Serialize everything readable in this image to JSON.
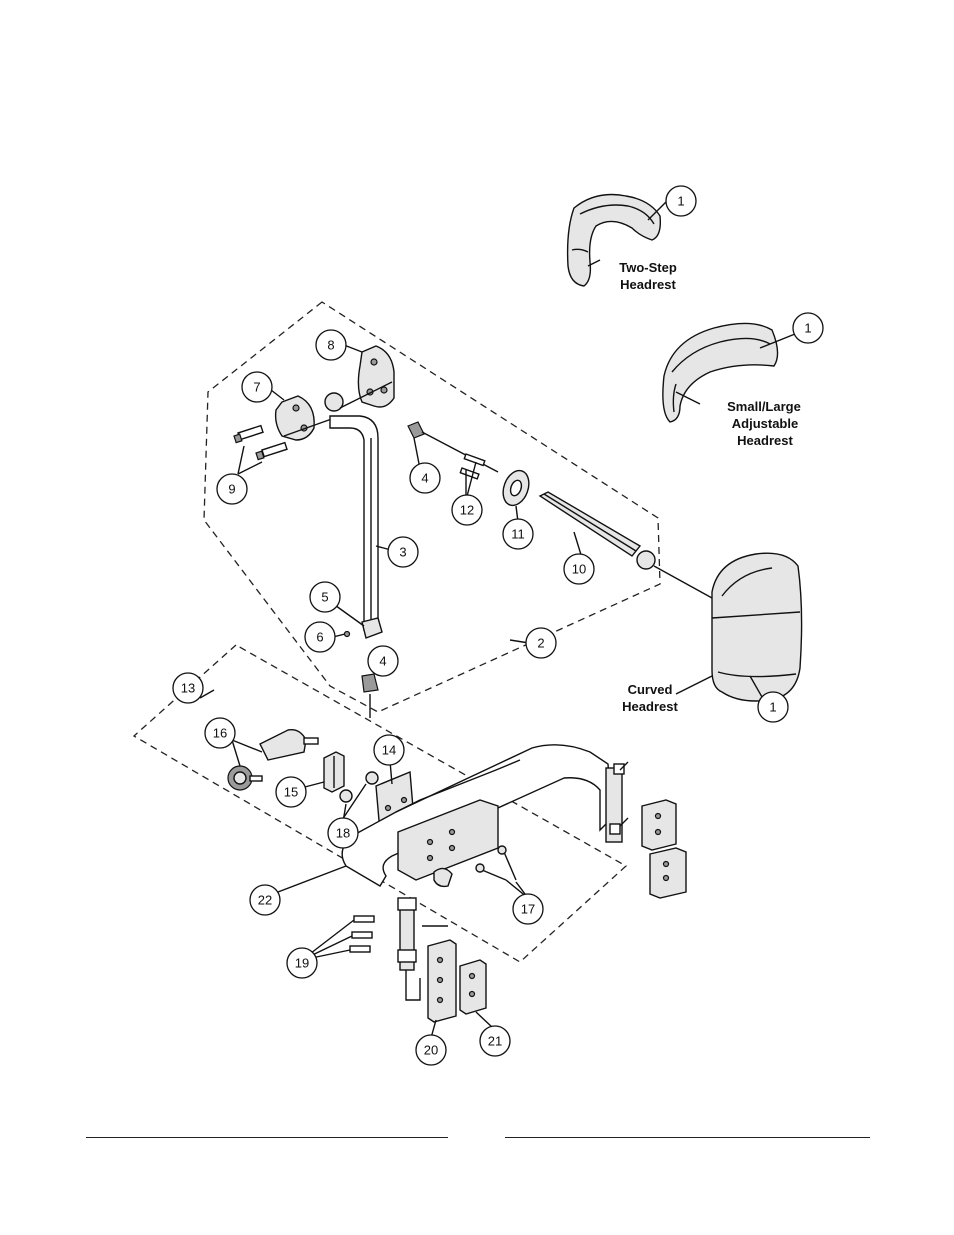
{
  "callouts": [
    "1",
    "1",
    "1",
    "2",
    "3",
    "4",
    "4",
    "5",
    "6",
    "7",
    "8",
    "9",
    "10",
    "11",
    "12",
    "13",
    "14",
    "15",
    "16",
    "17",
    "18",
    "19",
    "20",
    "21",
    "22"
  ],
  "labels": {
    "two_step": [
      "Two-Step",
      "Headrest"
    ],
    "adjustable": [
      "Small/Large",
      "Adjustable",
      "Headrest"
    ],
    "curved": [
      "Curved",
      "Headrest"
    ]
  }
}
